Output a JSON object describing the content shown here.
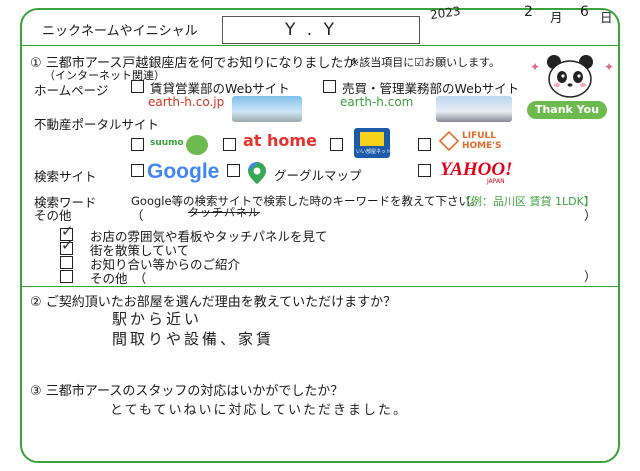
{
  "header": {
    "nickname_label": "ニックネームやイニシャル",
    "nickname_value": "Y . Y",
    "date": {
      "year": "2023",
      "month_label": "月",
      "month": "2",
      "day": "6",
      "day_label": "日"
    }
  },
  "q1": {
    "title": "① 三都市アース戸越銀座店を何でお知りになりましたか",
    "note": "※該当項目に☑お願いします。",
    "internet_note": "（インターネット関連）",
    "homepage": {
      "label": "ホームページ",
      "option1_title": "賃貸営業部のWebサイト",
      "option1_url": "earth-h.co.jp",
      "option2_title": "売買・管理業務部のWebサイト",
      "option2_url": "earth-h.com"
    },
    "portal": {
      "label": "不動産ポータルサイト",
      "suumo": "suumo",
      "athome": "at home",
      "chintai": "いい部屋ネット",
      "lifull": "LIFULL HOME'S"
    },
    "search_site": {
      "label": "検索サイト",
      "google": "Google",
      "google_map": "グーグルマップ",
      "yahoo": "YAHOO!",
      "yahoo_sub": "JAPAN"
    },
    "search_word": {
      "label": "検索ワード",
      "instruction": "Google等の検索サイトで検索した時のキーワードを教えて下さい。",
      "example": "【例：品川区 賃貸 1LDK】",
      "paren_open": "（",
      "paren_close": "）"
    },
    "other": {
      "label": "その他",
      "paren_open": "（",
      "paren_close": "）",
      "handwritten_struck": "タッチパネル"
    },
    "offline_options": [
      {
        "label": "お店の雰囲気や看板やタッチパネルを見て",
        "checked": true
      },
      {
        "label": "街を散策していて",
        "checked": true
      },
      {
        "label": "お知り合い等からのご紹介",
        "checked": false
      },
      {
        "label": "その他　（",
        "checked": false
      }
    ],
    "offline_close_paren": "）",
    "thank_you": "Thank You"
  },
  "q2": {
    "title": "② ご契約頂いたお部屋を選んだ理由を教えていただけますか？",
    "answer_line1": "駅から近い",
    "answer_line2": "間取りや設備、家賃"
  },
  "q3": {
    "title": "③ 三都市アースのスタッフの対応はいかがでしたか？",
    "answer": "とてもていねいに対応していただきました。"
  },
  "colors": {
    "frame": "#3aa23a",
    "earth_red": "#d0341c",
    "earth_green": "#3aa23a"
  }
}
